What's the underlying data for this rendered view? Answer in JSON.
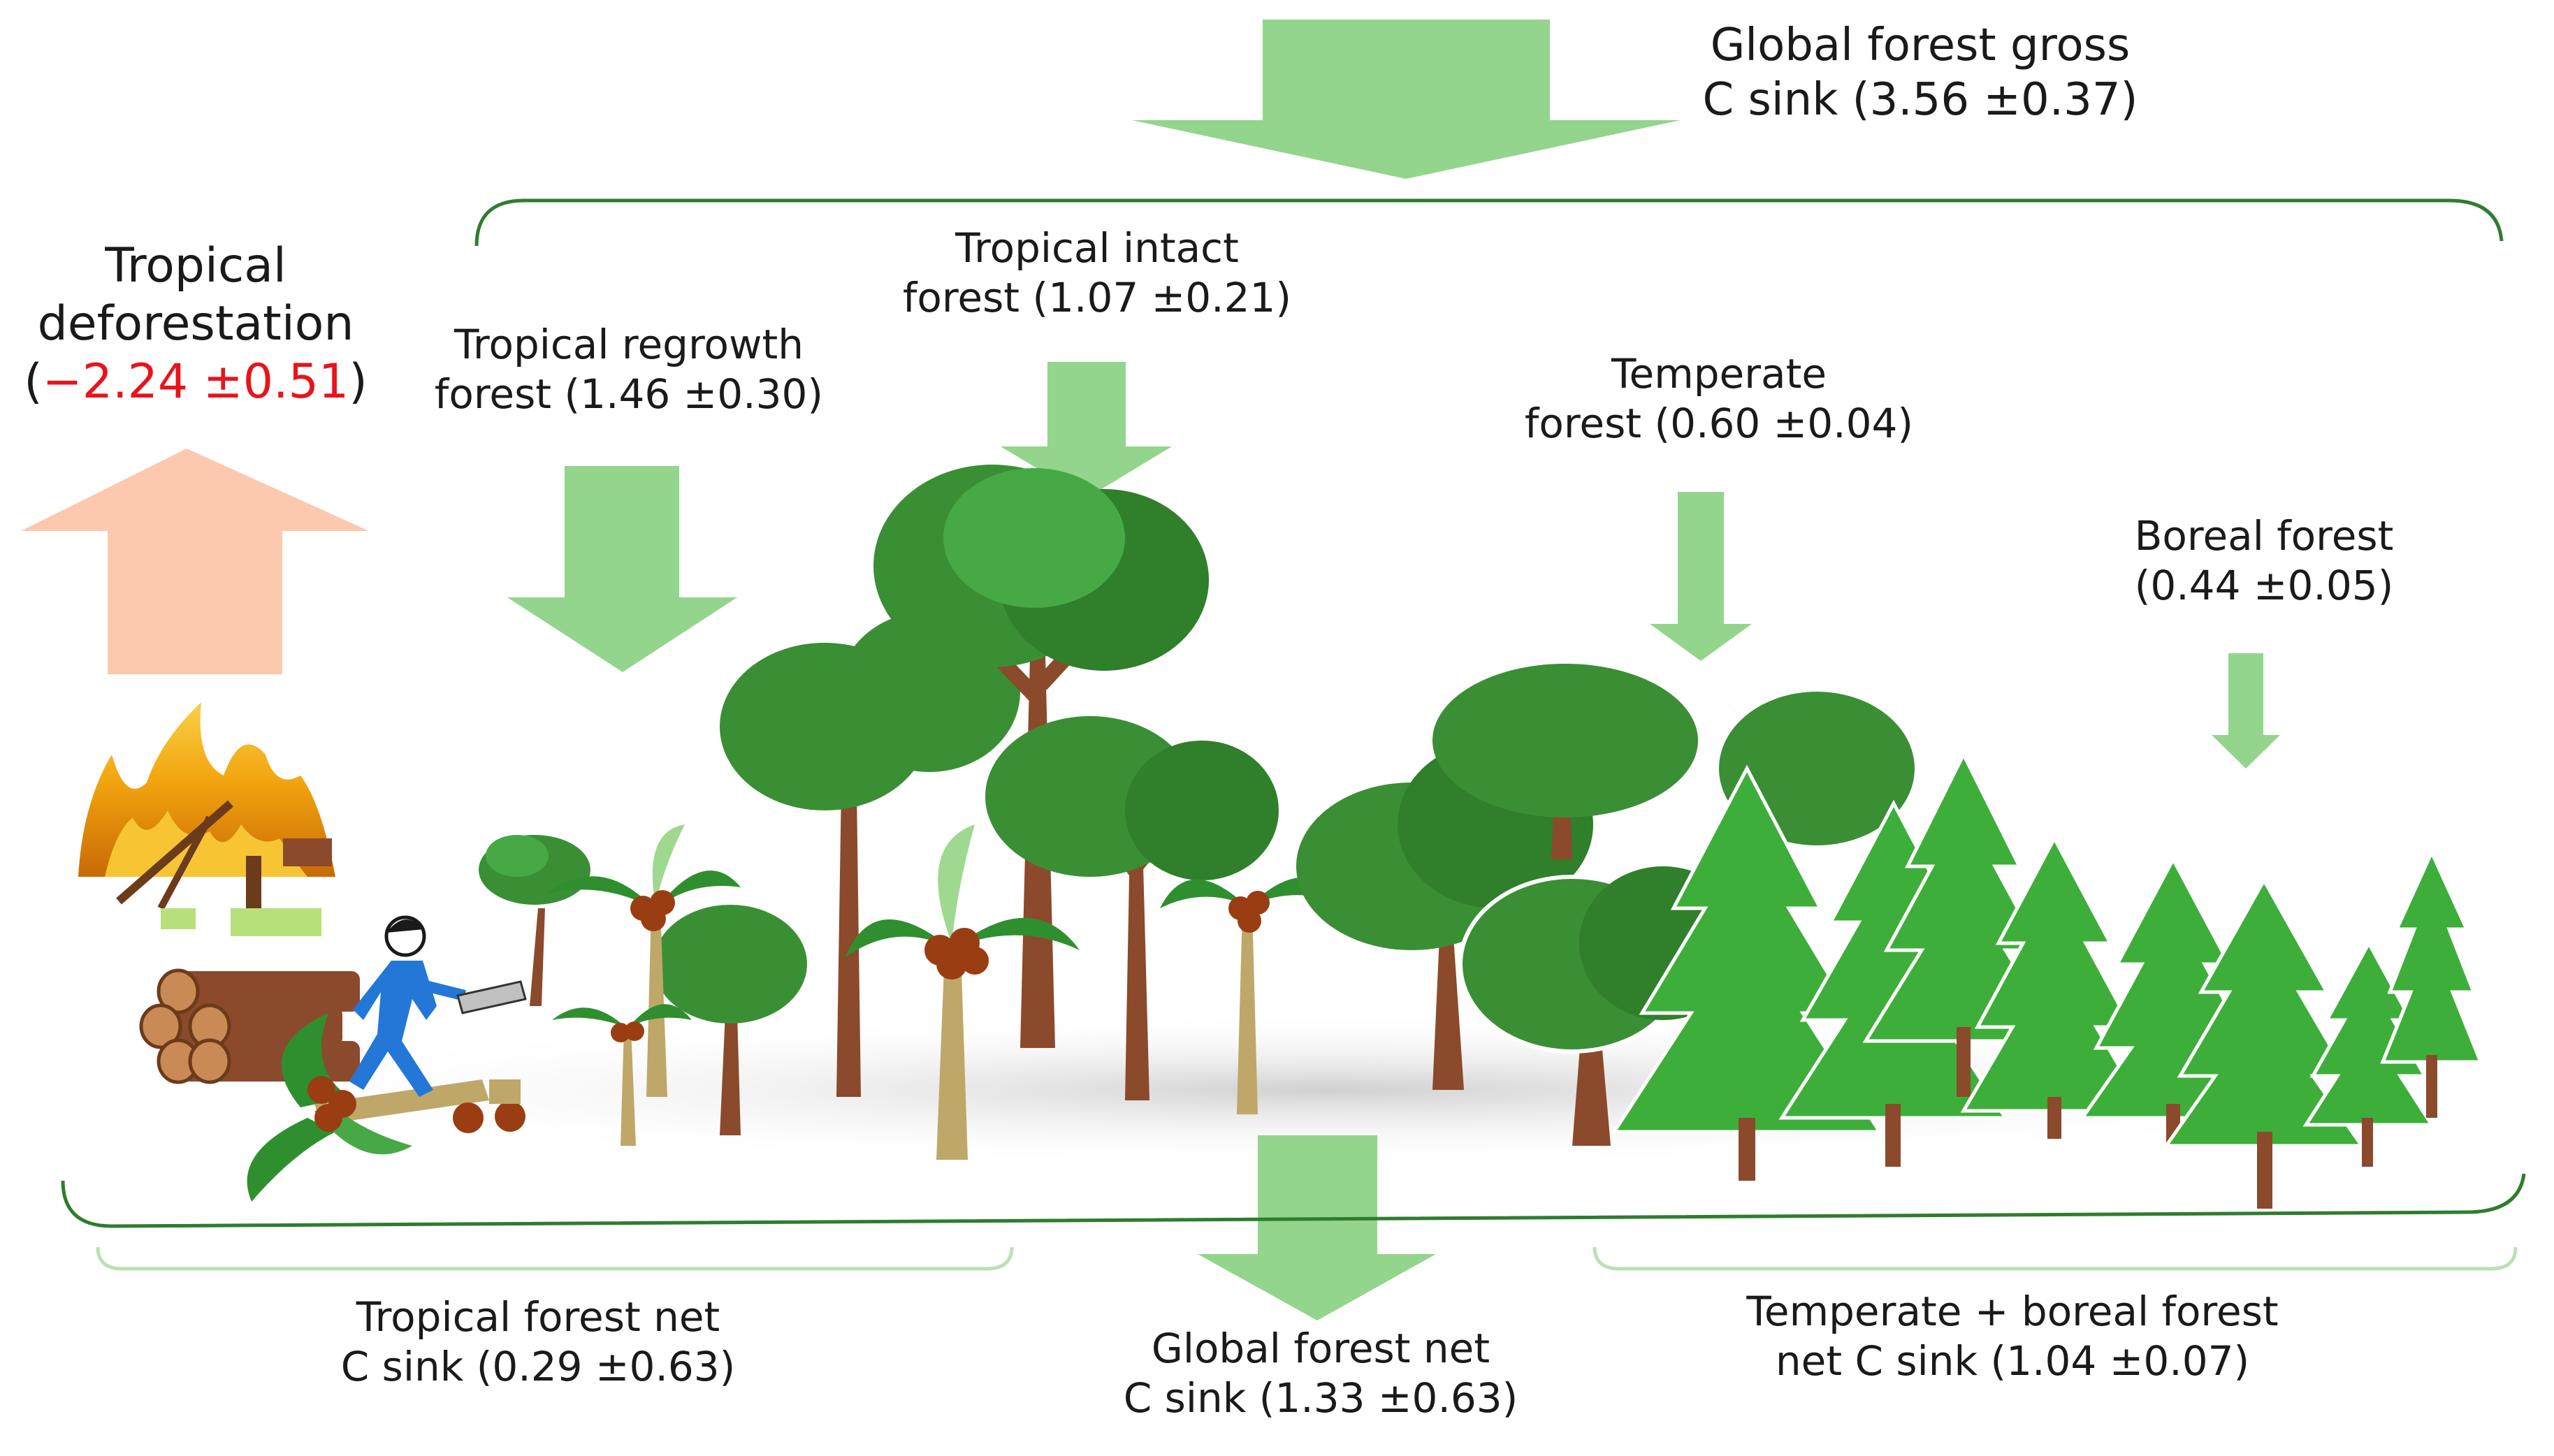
{
  "labels": {
    "gross_line1": "Global forest gross",
    "gross_line2": "C sink (3.56 ±0.37)",
    "defor_line1": "Tropical",
    "defor_line2": "deforestation",
    "defor_open": "(",
    "defor_value": "−2.24 ±0.51",
    "defor_close": ")",
    "regrowth_line1": "Tropical regrowth",
    "regrowth_line2": "forest (1.46 ±0.30)",
    "intact_line1": "Tropical intact",
    "intact_line2": "forest (1.07 ±0.21)",
    "temperate_line1": "Temperate",
    "temperate_line2": "forest (0.60 ±0.04)",
    "boreal_line1": "Boreal forest",
    "boreal_line2": "(0.44 ±0.05)",
    "trop_net_line1": "Tropical forest net",
    "trop_net_line2": "C sink (0.29 ±0.63)",
    "global_net_line1": "Global forest net",
    "global_net_line2": "C sink (1.33 ±0.63)",
    "tb_net_line1": "Temperate + boreal forest",
    "tb_net_line2": "net C sink (1.04 ±0.07)"
  },
  "colors": {
    "sink_arrow": "#93d58c",
    "source_arrow": "#fcc8ae",
    "negative_text": "#e8141b",
    "bracket_dark": "#2e7d2e",
    "bracket_light": "#b9e2b0",
    "tree_green": "#3a8f34",
    "trunk_brown": "#8b4a2b"
  },
  "icons": [
    "fire-icon",
    "logs-icon",
    "lumberjack-icon",
    "broadleaf-tree-icon",
    "palm-tree-icon",
    "conifer-tree-icon"
  ]
}
